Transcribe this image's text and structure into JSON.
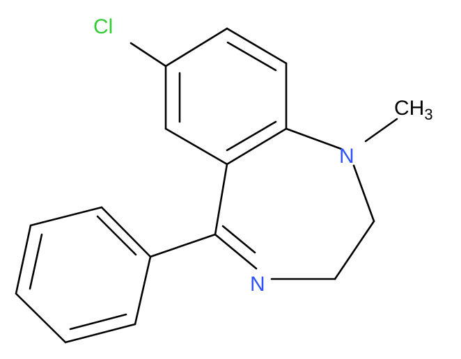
{
  "molecule": {
    "atoms": {
      "chlorine": {
        "label": "Cl",
        "color": "#33cc33"
      },
      "n1": {
        "label": "N",
        "color": "#3050f8"
      },
      "n4": {
        "label": "N",
        "color": "#3050f8"
      },
      "methyl": {
        "label": "CH",
        "subscript": "3",
        "color": "#000000"
      }
    },
    "bond_color": "#000000",
    "background": "#ffffff"
  }
}
